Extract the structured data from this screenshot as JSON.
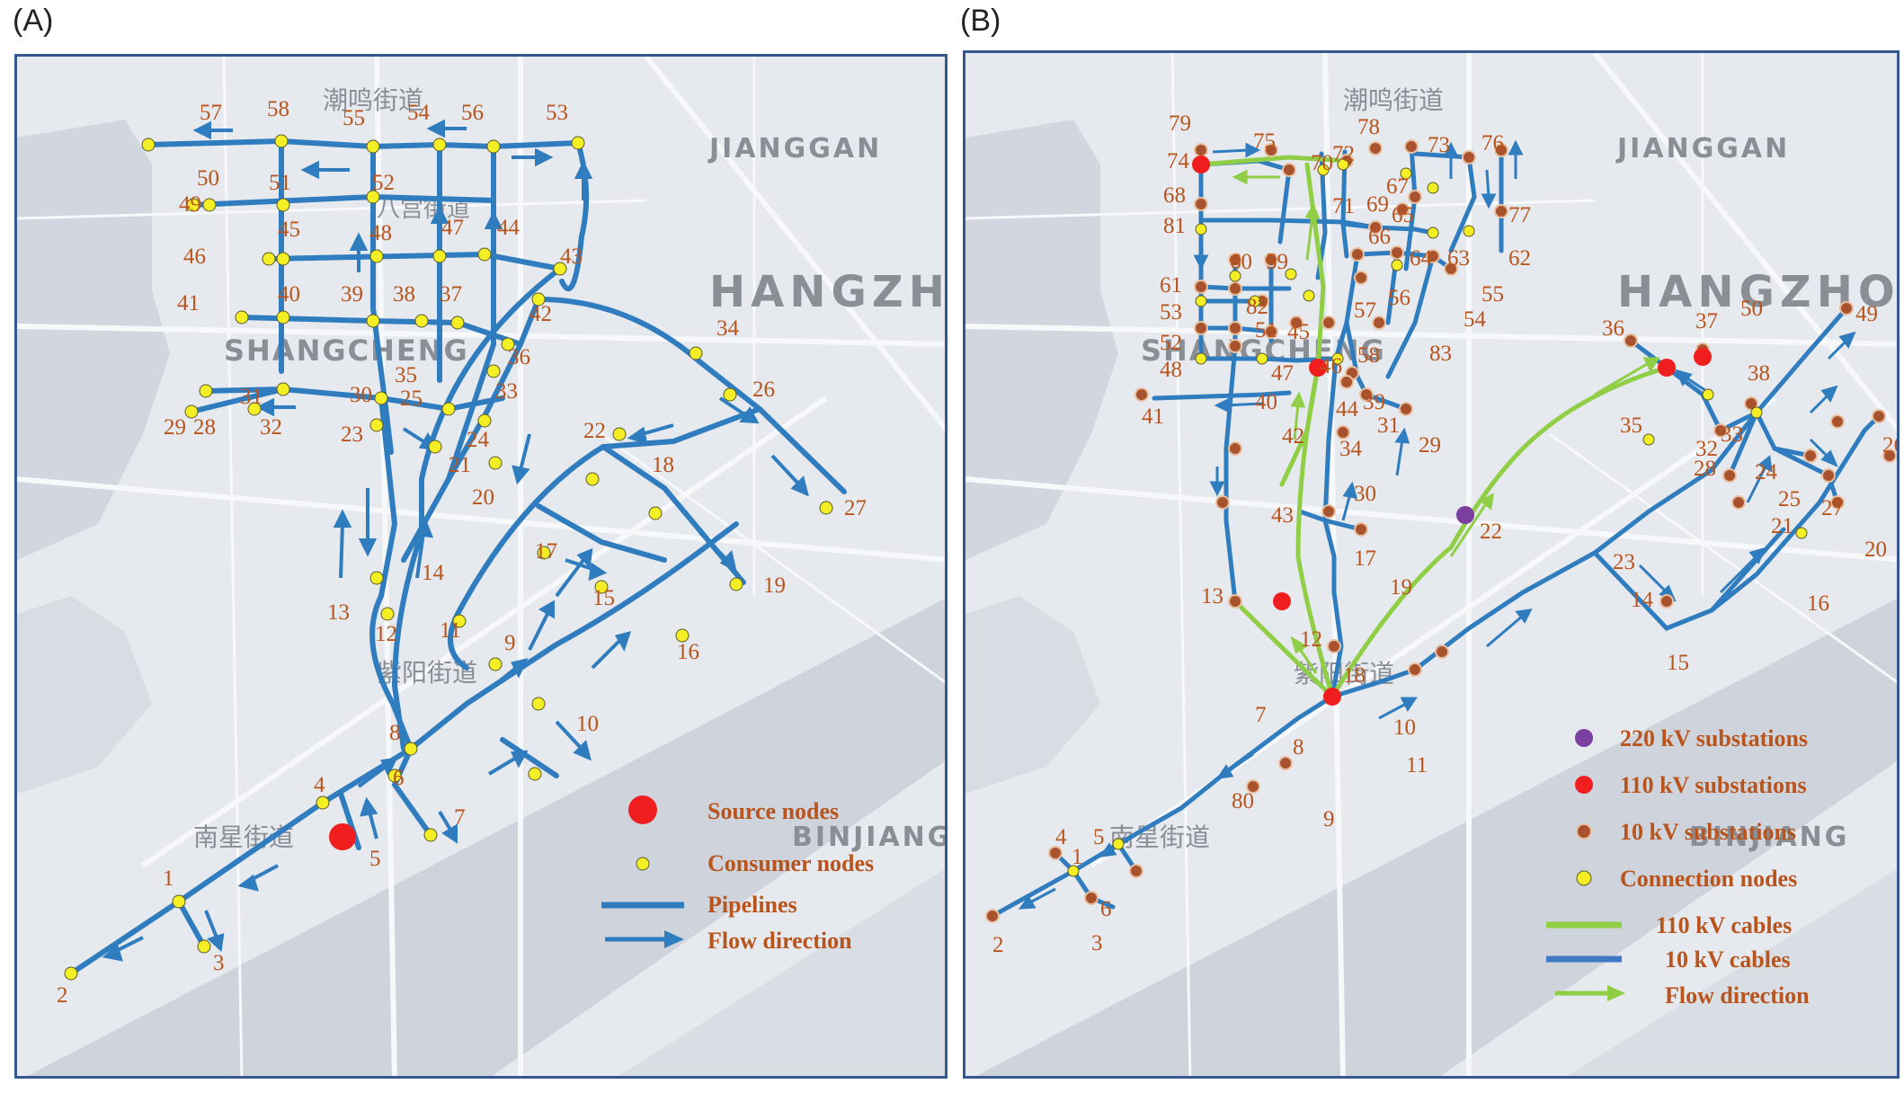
{
  "panels": {
    "a": {
      "label": "(A)",
      "places": [
        "潮鸣街道",
        "JIANGGAN",
        "HANGZHO",
        "SHANGCHENG",
        "八宫街道",
        "紫阳街道",
        "南星街道",
        "BINJIANG"
      ],
      "legend": [
        "Source nodes",
        "Consumer nodes",
        "Pipelines",
        "Flow direction"
      ],
      "colors": {
        "pipe": "#2f7dbf",
        "consumer": "#f4ee25",
        "source": "#f01e1e",
        "label": "#b8541c"
      }
    },
    "b": {
      "label": "(B)",
      "places": [
        "潮鸣街道",
        "JIANGGAN",
        "HANGZHOU",
        "SHANGCHENG",
        "紫阳街道",
        "南星街道",
        "BINJIANG"
      ],
      "legend": [
        "220 kV substations",
        "110 kV substations",
        "10 kV  substations",
        "Connection nodes",
        "110 kV cables",
        "10 kV cables",
        "Flow direction"
      ],
      "colors": {
        "cable10": "#2f7dbf",
        "cable110": "#8fce45",
        "sub220": "#7b3fa0",
        "sub110": "#f01e1e",
        "sub10": "#a8532e",
        "connection": "#f4ee25",
        "label": "#b8541c"
      }
    }
  }
}
